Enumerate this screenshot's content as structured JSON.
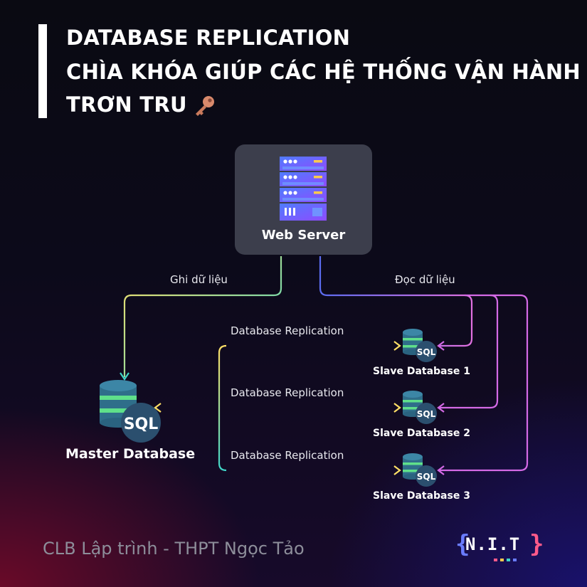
{
  "title": {
    "line1": "DATABASE REPLICATION",
    "line2": "CHÌA KHÓA GIÚP CÁC HỆ THỐNG VẬN HÀNH",
    "line3": "TRƠN TRU"
  },
  "icons": {
    "title_icon": "key-icon",
    "server_icon": "server-rack-icon",
    "db_icon": "sql-database-icon"
  },
  "web_server": {
    "label": "Web Server"
  },
  "edges": {
    "write_label": "Ghi dữ liệu",
    "read_label": "Đọc dữ liệu",
    "replication_labels": [
      "Database Replication",
      "Database Replication",
      "Database Replication"
    ]
  },
  "master": {
    "label": "Master Database",
    "badge": "SQL"
  },
  "slaves": [
    {
      "label": "Slave Database 1",
      "badge": "SQL"
    },
    {
      "label": "Slave Database 2",
      "badge": "SQL"
    },
    {
      "label": "Slave Database 3",
      "badge": "SQL"
    }
  ],
  "footer": {
    "text": "CLB Lập trình - THPT Ngọc Tảo"
  },
  "logo": {
    "text": "N.I.T",
    "open_brace": "{",
    "close_brace": "}"
  },
  "colors": {
    "write_wire": "#ffe066",
    "read_wire": "#c86cf0",
    "replication_wire_start": "#3fd6c8",
    "replication_wire_end": "#ffe066",
    "db_top": "#2f6e8a",
    "db_band": "#5fe08a",
    "sql_badge": "#2b4f6e",
    "server_accent": "#7b61ff"
  }
}
